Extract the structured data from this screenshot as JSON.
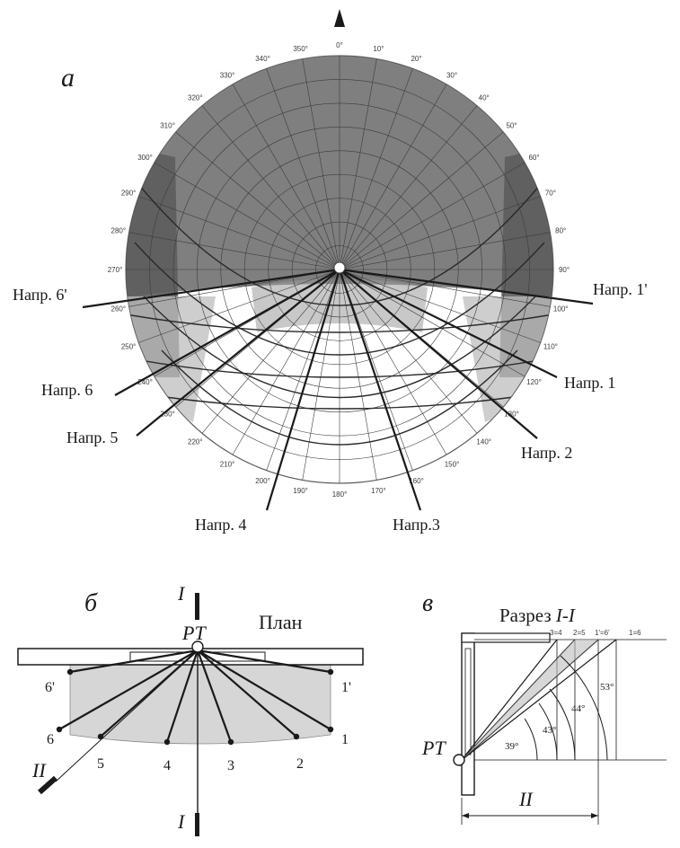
{
  "panel_a": {
    "label": "а",
    "azimuth_ticks": [
      "350°",
      "0°",
      "10°",
      "20°",
      "30°",
      "40°",
      "50°",
      "60°",
      "70°",
      "80°",
      "90°",
      "100°",
      "110°",
      "120°",
      "130°",
      "140°",
      "150°",
      "160°",
      "170°",
      "180°",
      "190°",
      "200°",
      "210°",
      "220°",
      "230°",
      "240°",
      "250°",
      "260°",
      "270°",
      "280°",
      "290°",
      "300°",
      "310°",
      "320°",
      "330°",
      "340°"
    ],
    "directions": {
      "d6p": "Напр. 6'",
      "d6": "Напр. 6",
      "d5": "Напр. 5",
      "d4": "Напр. 4",
      "d3": "Напр.3",
      "d2": "Напр. 2",
      "d1": "Напр. 1",
      "d1p": "Напр. 1'"
    }
  },
  "panel_b": {
    "label": "б",
    "title": "План",
    "point_label": "РТ",
    "section_top": "I",
    "section_bottom": "I",
    "section_side": "II",
    "points": [
      "6'",
      "6",
      "5",
      "4",
      "3",
      "2",
      "1",
      "1'"
    ]
  },
  "panel_c": {
    "label": "в",
    "title_prefix": "Разрез ",
    "title_section": "I-I",
    "point_label": "РТ",
    "top_marks": [
      "3=4",
      "2=5",
      "1'=6'",
      "1=6"
    ],
    "angles": [
      "39°",
      "43°",
      "44°",
      "53°"
    ],
    "dimension": "II"
  },
  "colors": {
    "dome_dark": "#7f7f7f",
    "dome_darker": "#5d5d5d",
    "shade_light": "#c8c8c8",
    "plan_fill": "#d6d6d6",
    "line": "#1e1e1e"
  }
}
